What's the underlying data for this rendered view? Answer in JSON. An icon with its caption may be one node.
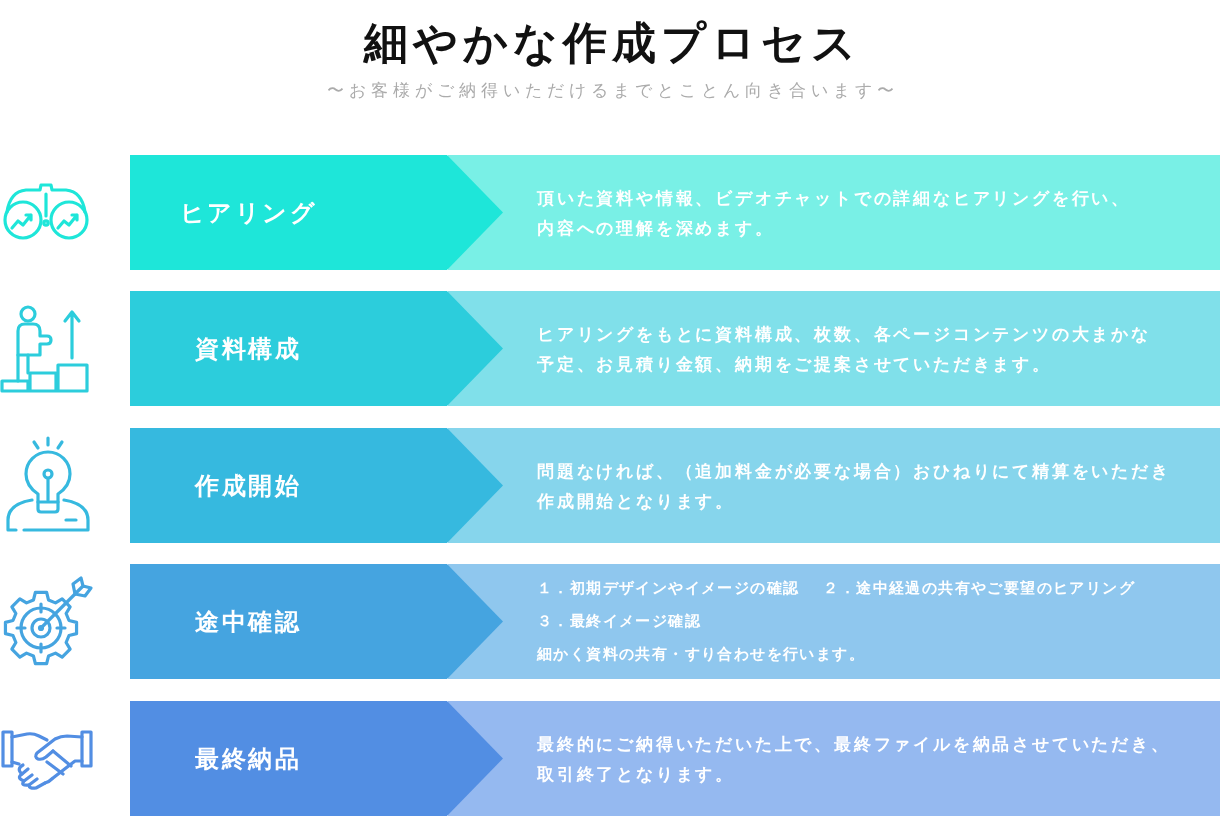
{
  "diagram": {
    "title": "細やかな作成プロセス",
    "nodes": [
      {
        "text": [
          "ヒアリング"
        ]
      },
      {
        "text": [
          "頂いた資料や情報、ビデオチャットでの詳細なヒアリングを行い、内容への理解を深めます。"
        ]
      },
      {
        "text": [
          "資料構成"
        ]
      },
      {
        "text": [
          "ヒアリングをもとに資料構成、枚数、各ページコンテンツの大まかな予定、お見積り金額、納期をご提案させていただきます。"
        ]
      },
      {
        "text": [
          "作成開始"
        ]
      },
      {
        "text": [
          "問題なければ、（追加料金が必要な場合）おひねりにて精算をいただき作成開始となります。"
        ]
      },
      {
        "text": [
          "途中確認"
        ]
      },
      {
        "text": [
          "１．初期デザインやイメージの確認",
          "２．途中経過の共有やご要望のヒアリング",
          "３．最終イメージ確認",
          "細かく資料の共有・すり合わせを行います。"
        ]
      },
      {
        "text": [
          "最終納品"
        ]
      },
      {
        "text": [
          "最終的にご納得いただいた上で、最終ファイルを納品させていただき、取引終了となります。"
        ]
      }
    ],
    "labels": [
      "〜お客様がご納得いただけるまでとことん向き合います〜"
    ]
  }
}
